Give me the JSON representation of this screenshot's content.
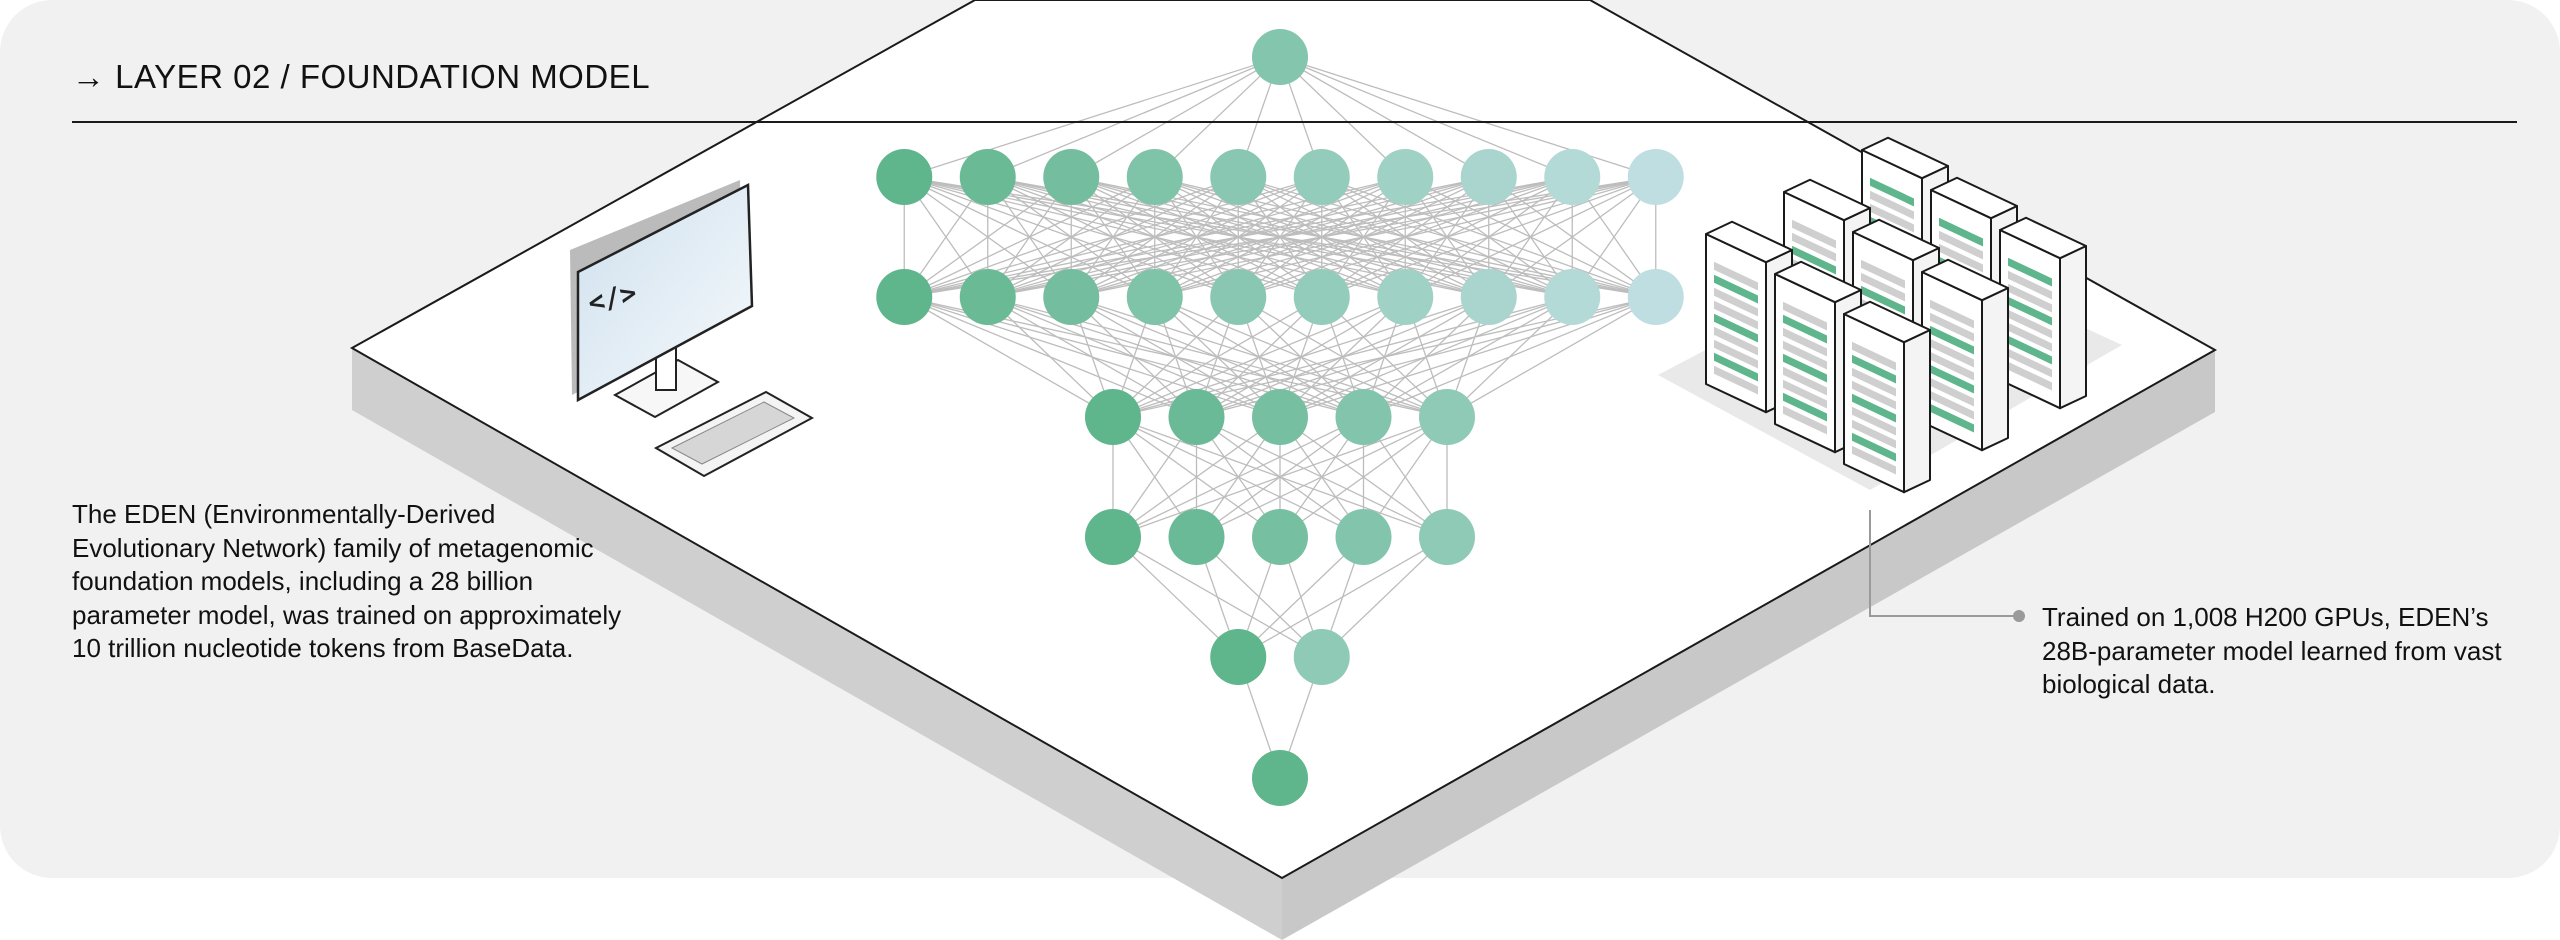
{
  "header": {
    "title": "→ LAYER 02 / FOUNDATION MODEL"
  },
  "captions": {
    "left": "The EDEN (Environmentally-Derived Evolutionary Network) family of metagenomic foundation models, including a 28 billion parameter model, was trained on approximately 10 trillion nucleotide tokens from BaseData.",
    "right": "Trained on 1,008 H200 GPUs, EDEN’s 28B-parameter model learned from vast biological data."
  },
  "workstation": {
    "screen_icon": "code-brackets-icon",
    "screen_text": "</>"
  },
  "network": {
    "layer_sizes": [
      1,
      10,
      10,
      5,
      5,
      2,
      1
    ]
  },
  "servers": {
    "count": 9
  },
  "colors": {
    "background": "#f1f1f1",
    "platform_top": "#ffffff",
    "platform_side": "#cfcfcf",
    "node_green": "#5fb58c",
    "node_light": "#c9e3ea",
    "server_accent": "#5fb58c"
  }
}
